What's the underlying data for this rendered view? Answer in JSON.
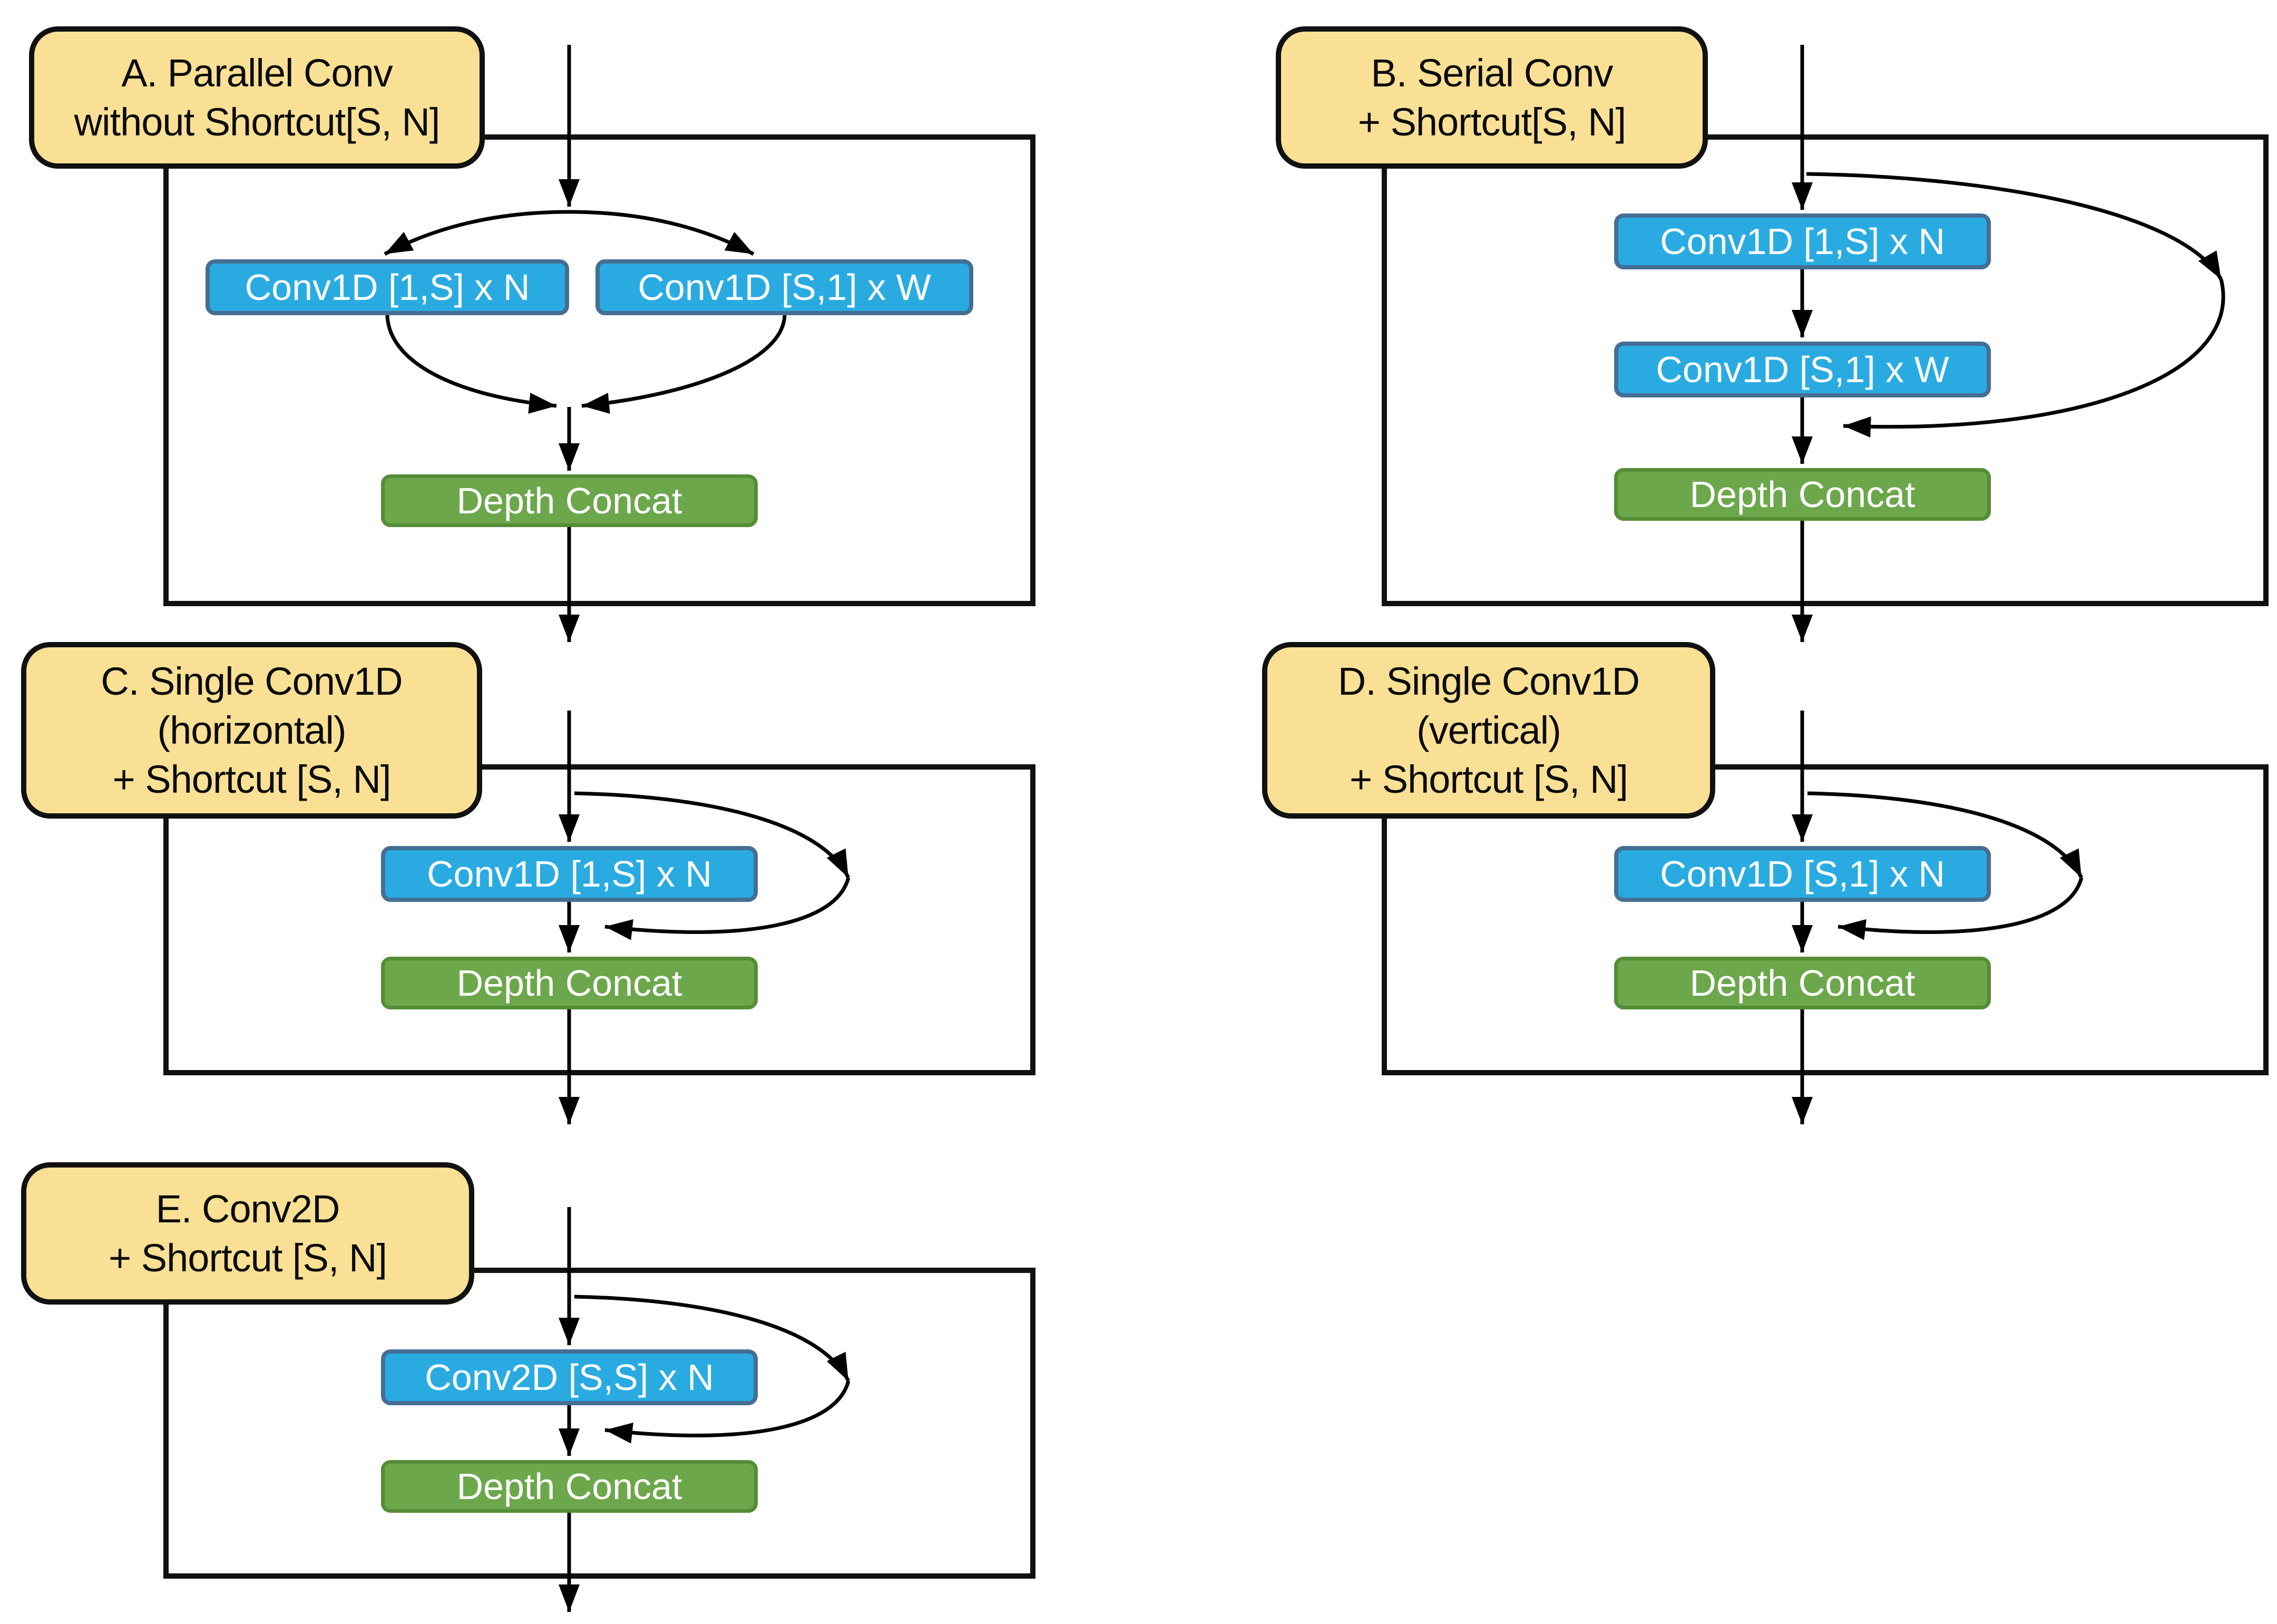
{
  "colors": {
    "label_fill": "#F9E095",
    "label_border": "#111111",
    "conv_fill": "#29ABE2",
    "conv_border": "#456E94",
    "concat_fill": "#6CA74B",
    "concat_border": "#558C36",
    "container_border": "#111111",
    "arrow": "#000000"
  },
  "panels": [
    {
      "id": "A",
      "title_lines": [
        "A. Parallel Conv",
        "without Shortcut[S, N]"
      ],
      "boxes": {
        "left_conv": "Conv1D [1,S] x N",
        "right_conv": "Conv1D [S,1] x W",
        "concat": "Depth Concat"
      }
    },
    {
      "id": "B",
      "title_lines": [
        "B. Serial Conv",
        "+ Shortcut[S, N]"
      ],
      "boxes": {
        "conv1": "Conv1D [1,S] x N",
        "conv2": "Conv1D [S,1] x W",
        "concat": "Depth Concat"
      }
    },
    {
      "id": "C",
      "title_lines": [
        "C. Single Conv1D",
        "(horizontal)",
        "+ Shortcut [S, N]"
      ],
      "boxes": {
        "conv": "Conv1D [1,S] x N",
        "concat": "Depth Concat"
      }
    },
    {
      "id": "D",
      "title_lines": [
        "D. Single Conv1D",
        "(vertical)",
        "+ Shortcut [S, N]"
      ],
      "boxes": {
        "conv": "Conv1D [S,1] x N",
        "concat": "Depth Concat"
      }
    },
    {
      "id": "E",
      "title_lines": [
        "E. Conv2D",
        "+ Shortcut [S, N]"
      ],
      "boxes": {
        "conv": "Conv2D [S,S] x N",
        "concat": "Depth Concat"
      }
    }
  ]
}
